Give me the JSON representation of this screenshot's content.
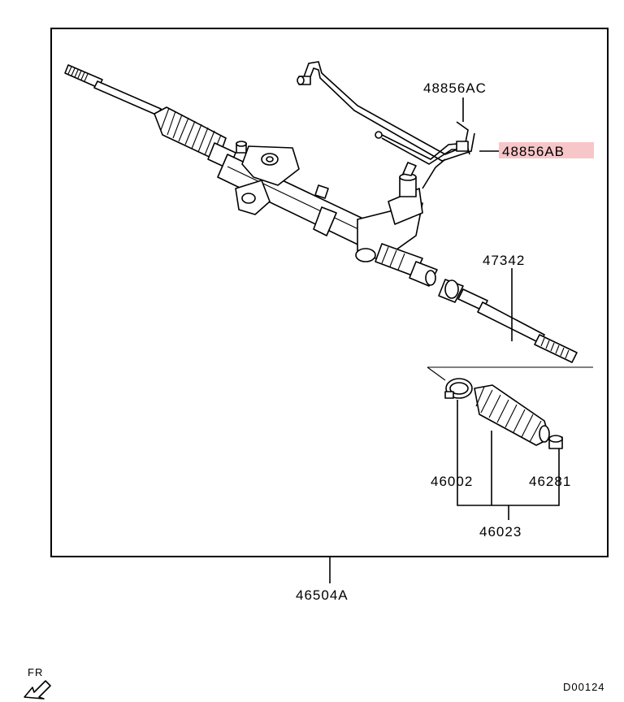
{
  "parts": {
    "p48856AC": "48856AC",
    "p48856AB": "48856AB",
    "p47342": "47342",
    "p46002": "46002",
    "p46281": "46281",
    "p46023": "46023",
    "p46504A": "46504A"
  },
  "footer": {
    "direction": "FR",
    "diagram_code": "D00124"
  },
  "colors": {
    "highlight": "#f7c6c8",
    "line": "#000000"
  },
  "icons": [
    "front-direction-arrow-icon"
  ]
}
